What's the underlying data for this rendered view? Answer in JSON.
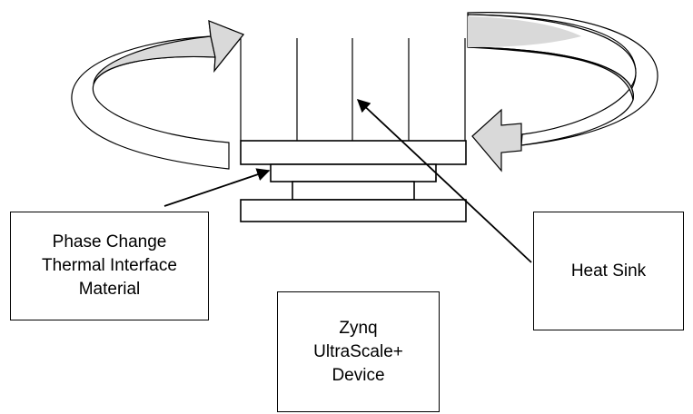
{
  "labels": {
    "tim": [
      "Phase Change",
      "Thermal Interface",
      "Material"
    ],
    "heat_sink": [
      "Heat Sink"
    ],
    "device": [
      "Zynq",
      "UltraScale+",
      "Device"
    ]
  },
  "colors": {
    "stroke": "#000000",
    "arrow_fill": "#d9d9d9",
    "background": "#ffffff"
  }
}
